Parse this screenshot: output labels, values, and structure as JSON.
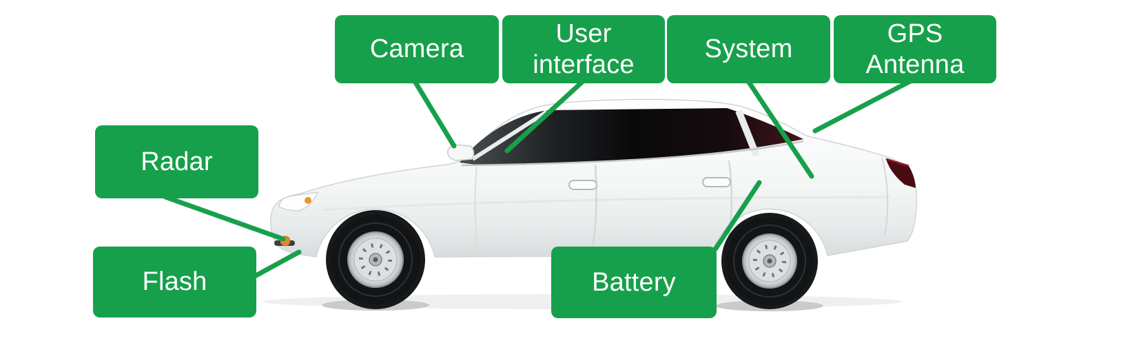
{
  "diagram": {
    "accent_color": "#17a04b",
    "label_text_color": "#ffffff",
    "labels": {
      "camera": {
        "lines": [
          "Camera"
        ]
      },
      "user_interface": {
        "lines": [
          "User",
          "interface"
        ]
      },
      "system": {
        "lines": [
          "System"
        ]
      },
      "gps_antenna": {
        "lines": [
          "GPS",
          "Antenna"
        ]
      },
      "radar": {
        "lines": [
          "Radar"
        ]
      },
      "flash": {
        "lines": [
          "Flash"
        ]
      },
      "battery": {
        "lines": [
          "Battery"
        ]
      }
    }
  }
}
